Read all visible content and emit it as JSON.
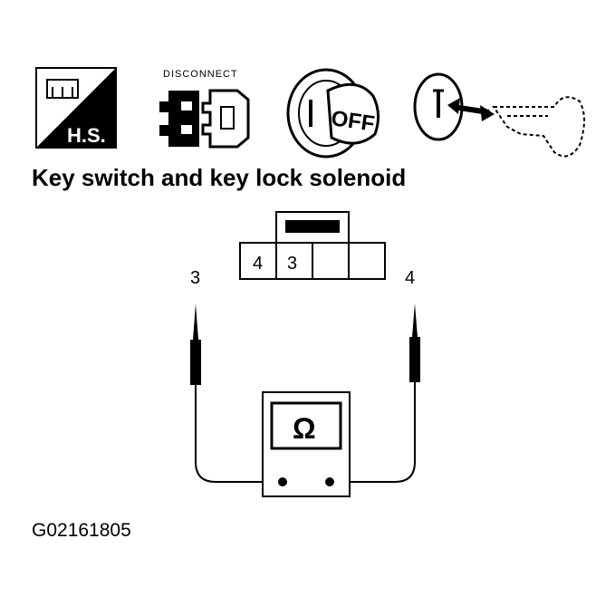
{
  "icons": {
    "hs_badge": {
      "label": "H.S.",
      "icon": "hot-steam-badge-icon"
    },
    "disconnect": {
      "label": "DISCONNECT",
      "icon": "connector-disconnect-icon"
    },
    "ignition": {
      "label": "OFF",
      "icon": "ignition-switch-off-icon"
    },
    "key_removal": {
      "icon": "key-removed-icon"
    }
  },
  "diagram": {
    "title": "Key switch and key lock solenoid",
    "connector_pins": [
      "4",
      "3",
      "",
      ""
    ],
    "probe_left_label": "3",
    "probe_right_label": "4",
    "meter_symbol": "Ω",
    "figure_id": "G02161805"
  },
  "colors": {
    "ink": "#000000",
    "paper": "#ffffff"
  }
}
